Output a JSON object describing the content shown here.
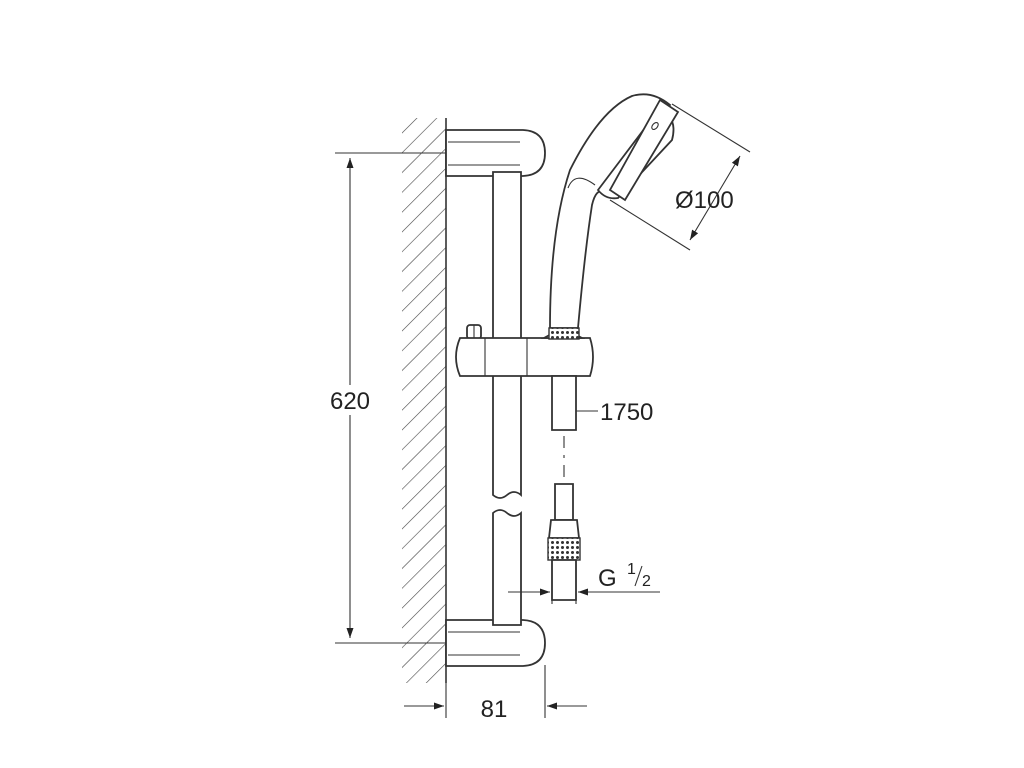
{
  "dimensions": {
    "height": "620",
    "width": "81",
    "head_diameter": "Ø100",
    "hose_length": "1750",
    "thread_main": "G",
    "thread_num": "1",
    "thread_den": "2"
  },
  "colors": {
    "line": "#333333",
    "background": "#ffffff"
  }
}
